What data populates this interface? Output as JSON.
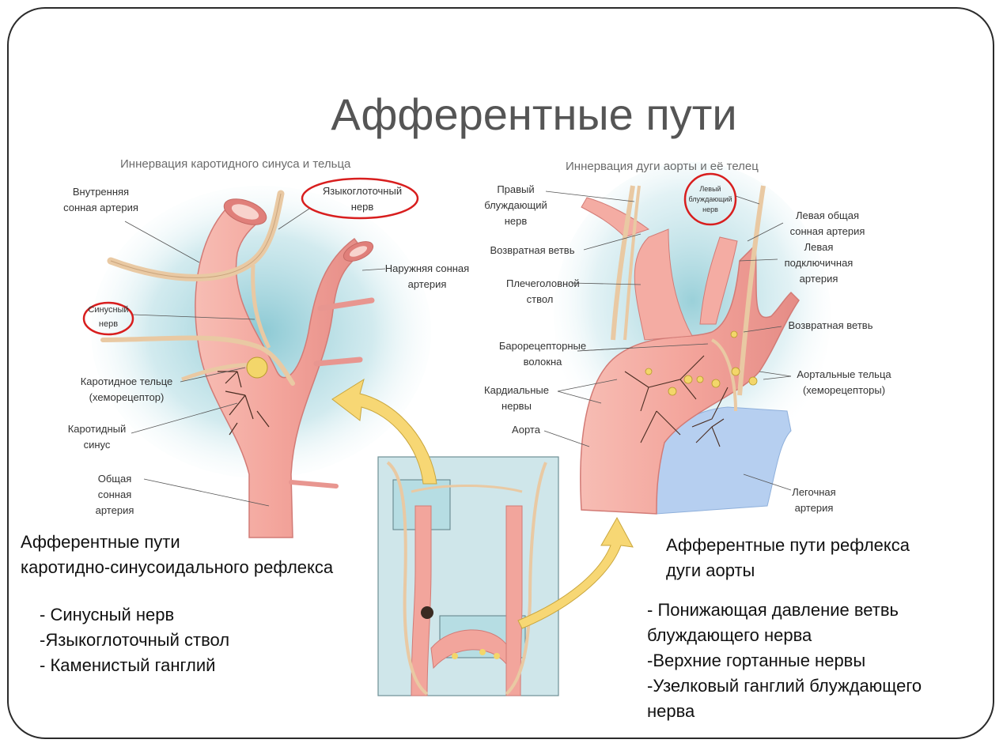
{
  "title": "Афферентные пути",
  "left_panel": {
    "subtitle": "Иннервация каротидного синуса и тельца",
    "labels": {
      "internal_carotid": "Внутренняя сонная артерия",
      "glossopharyngeal": "Языкоглоточный нерв",
      "external_carotid": "Наружняя сонная артерия",
      "sinus_nerve": "Синусный нерв",
      "carotid_body": "Каротидное тельце (хеморецептор)",
      "carotid_sinus": "Каротидный синус",
      "common_carotid": "Общая сонная артерия"
    }
  },
  "right_panel": {
    "subtitle": "Иннервация дуги аорты и её телец",
    "labels": {
      "right_vagus": "Правый блуждающий нерв",
      "left_vagus": "Левый блуждающий нерв",
      "left_common_carotid": "Левая общая сонная артерия",
      "recurrent_left": "Возвратная ветвь",
      "left_subclavian": "Левая подключичная артерия",
      "brachiocephalic": "Плечеголовной ствол",
      "recurrent_right": "Возвратная ветвь",
      "baroreceptor": "Барорецепторные волокна",
      "aortic_bodies": "Аортальные тельца (хеморецепторы)",
      "cardiac": "Кардиальные нервы",
      "aorta": "Аорта",
      "pulmonary": "Легочная артерия"
    }
  },
  "left_text": {
    "heading_line1": "Афферентные пути",
    "heading_line2": "каротидно-синусоидального рефлекса",
    "items": [
      "- Синусный нерв",
      "-Языкоглоточный ствол",
      "- Каменистый ганглий"
    ]
  },
  "right_text": {
    "heading_line1": "Афферентные пути рефлекса",
    "heading_line2": "дуги аорты",
    "items": [
      "- Понижающая давление ветвь",
      "блуждающего нерва",
      "-Верхние гортанные нервы",
      "-Узелковый ганглий блуждающего",
      "нерва"
    ]
  },
  "colors": {
    "artery": "#f4a8a0",
    "artery_dark": "#e07f7a",
    "nerve": "#e9c9a3",
    "pulmonary": "#a9c6ea",
    "highlight_circle": "#d81e1e",
    "arrow": "#f7d774"
  }
}
